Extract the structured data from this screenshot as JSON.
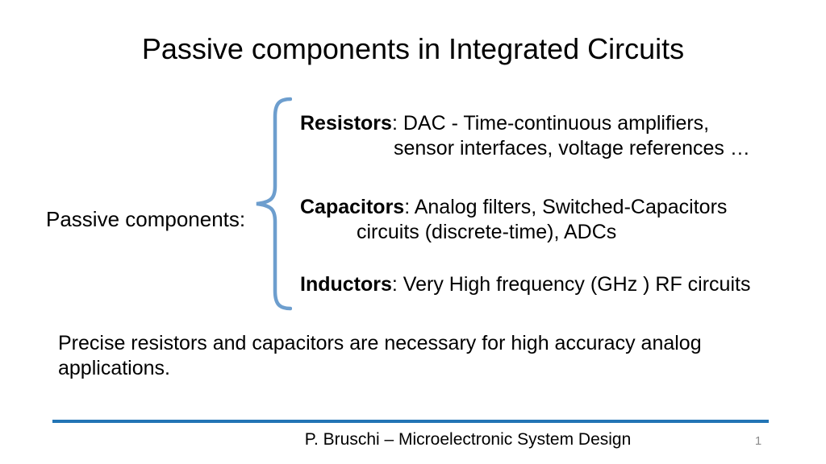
{
  "title": "Passive components in Integrated Circuits",
  "label": "Passive components:",
  "entries": [
    {
      "term": "Resistors",
      "rest1": ": DAC - Time-continuous amplifiers,",
      "line2": "sensor interfaces, voltage references …"
    },
    {
      "term": "Capacitors",
      "rest1": ": Analog filters, Switched-Capacitors",
      "line2": "circuits (discrete-time), ADCs"
    },
    {
      "term": "Inductors",
      "rest1": ": Very High frequency (GHz ) RF circuits"
    }
  ],
  "note": {
    "line1": "Precise resistors and capacitors are necessary for high accuracy analog",
    "line2": "applications."
  },
  "footer": {
    "text": "P. Bruschi – Microelectronic System Design",
    "page_number": "1"
  },
  "colors": {
    "brace_color": "#6D9ECE",
    "footer_line_color": "#2274B5",
    "text_color": "#000000",
    "page_number_color": "#8C8C8C"
  }
}
